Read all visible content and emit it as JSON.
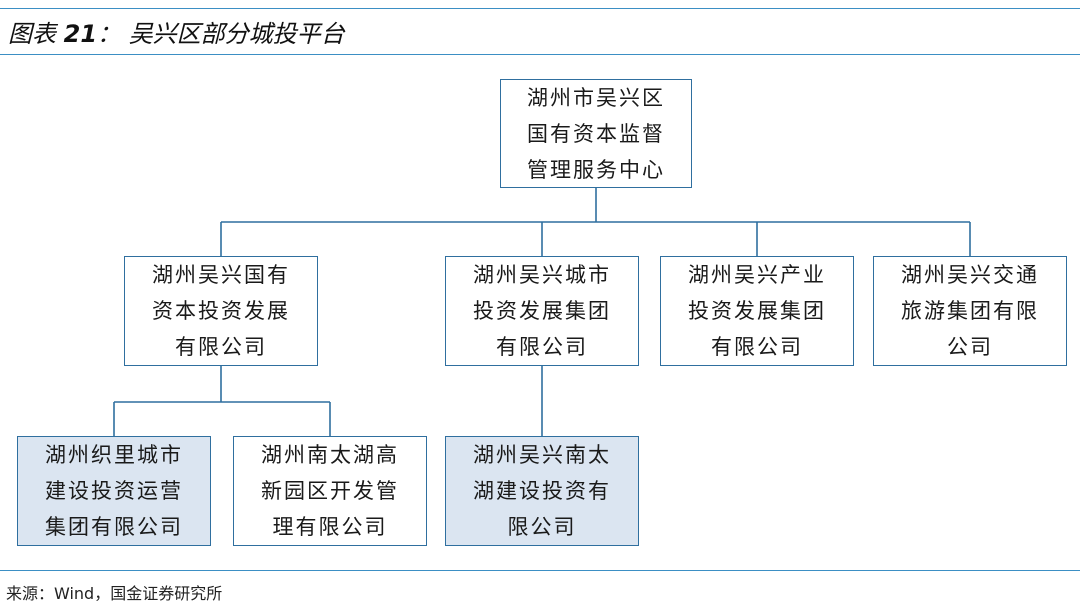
{
  "figure": {
    "label": "图表",
    "number": "21",
    "title": "吴兴区部分城投平台"
  },
  "nodes": {
    "root": "湖州市吴兴区\n国有资本监督\n管理服务中心",
    "guoyou": "湖州吴兴国有\n资本投资发展\n有限公司",
    "chengshi": "湖州吴兴城市\n投资发展集团\n有限公司",
    "chanye": "湖州吴兴产业\n投资发展集团\n有限公司",
    "jiaotong": "湖州吴兴交通\n旅游集团有限\n公司",
    "zhili": "湖州织里城市\n建设投资运营\n集团有限公司",
    "nantaihu_gaoxin": "湖州南太湖高\n新园区开发管\n理有限公司",
    "nantaihu_jianshe": "湖州吴兴南太\n湖建设投资有\n限公司"
  },
  "source": "来源：Wind，国金证券研究所"
}
